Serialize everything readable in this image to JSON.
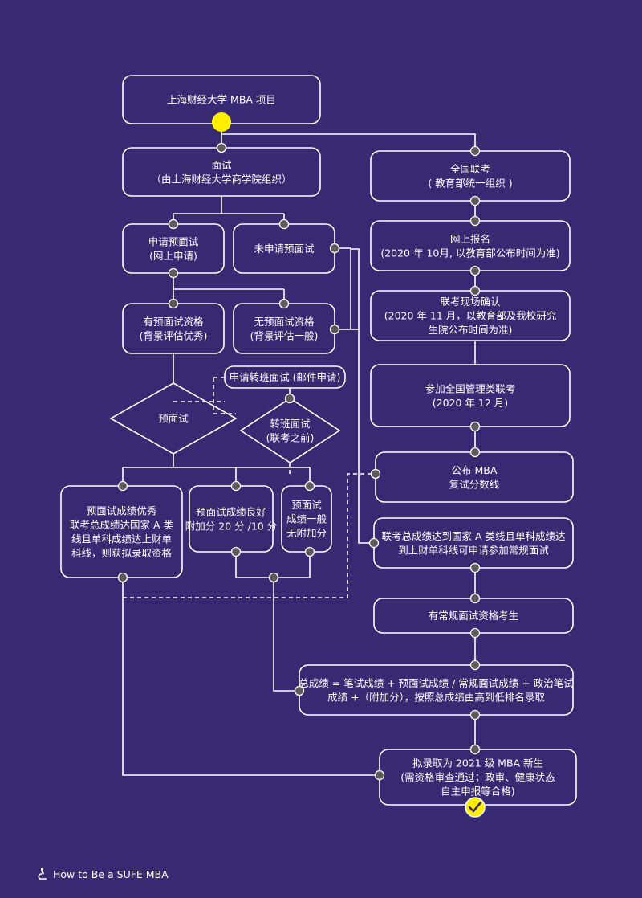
{
  "colors": {
    "background": "#382a72",
    "line": "#ffffff",
    "dot": "#5b5b5b",
    "highlight": "#ffee00"
  },
  "nodes": {
    "program": [
      "上海财经大学 MBA 项目"
    ],
    "interview": [
      "面试",
      "（由上海财经大学商学院组织）"
    ],
    "national_exam": [
      "全国联考",
      "( 教育部统一组织 )"
    ],
    "apply_pre": [
      "申请预面试",
      "(网上申请)"
    ],
    "no_apply_pre": [
      "未申请预面试"
    ],
    "online_reg": [
      "网上报名",
      "(2020 年 10月, 以教育部公布时间为准)"
    ],
    "has_qual": [
      "有预面试资格",
      "(背景评估优秀)"
    ],
    "no_qual": [
      "无预面试资格",
      "(背景评估一般)"
    ],
    "onsite_confirm": [
      "联考现场确认",
      "(2020 年 11 月，以教育部及我校研究",
      "生院公布时间为准)"
    ],
    "transfer_apply": [
      "申请转班面试 (邮件申请)"
    ],
    "pre_interview": [
      "预面试"
    ],
    "transfer_interview": [
      "转班面试",
      "(联考之前)"
    ],
    "take_exam": [
      "参加全国管理类联考",
      "(2020 年 12 月)"
    ],
    "publish_scores": [
      "公布 MBA",
      "复试分数线"
    ],
    "excellent": [
      "预面试成绩优秀",
      "联考总成绩达国家 A 类",
      "线且单科成绩达上财单",
      "科线，则获拟录取资格"
    ],
    "good": [
      "预面试成绩良好",
      "附加分 20 分 /10 分"
    ],
    "average": [
      "预面试",
      "成绩一般",
      "无附加分"
    ],
    "regular_apply": [
      "联考总成绩达到国家 A 类线且单科成绩达",
      "到上财单科线可申请参加常规面试"
    ],
    "regular_qual": [
      "有常规面试资格考生"
    ],
    "total_score": [
      "总成绩 = 笔试成绩 + 预面试成绩 / 常规面试成绩 + 政治笔试",
      "成绩 +（附加分），按照总成绩由高到低排名录取"
    ],
    "admitted": [
      "拟录取为 2021 级 MBA 新生",
      "(需资格审查通过；政审、健康状态",
      "自主申报等合格)"
    ]
  },
  "footer": {
    "icon": "microscope-icon",
    "text": "How to Be a  SUFE MBA"
  },
  "end_icon": "check-icon"
}
